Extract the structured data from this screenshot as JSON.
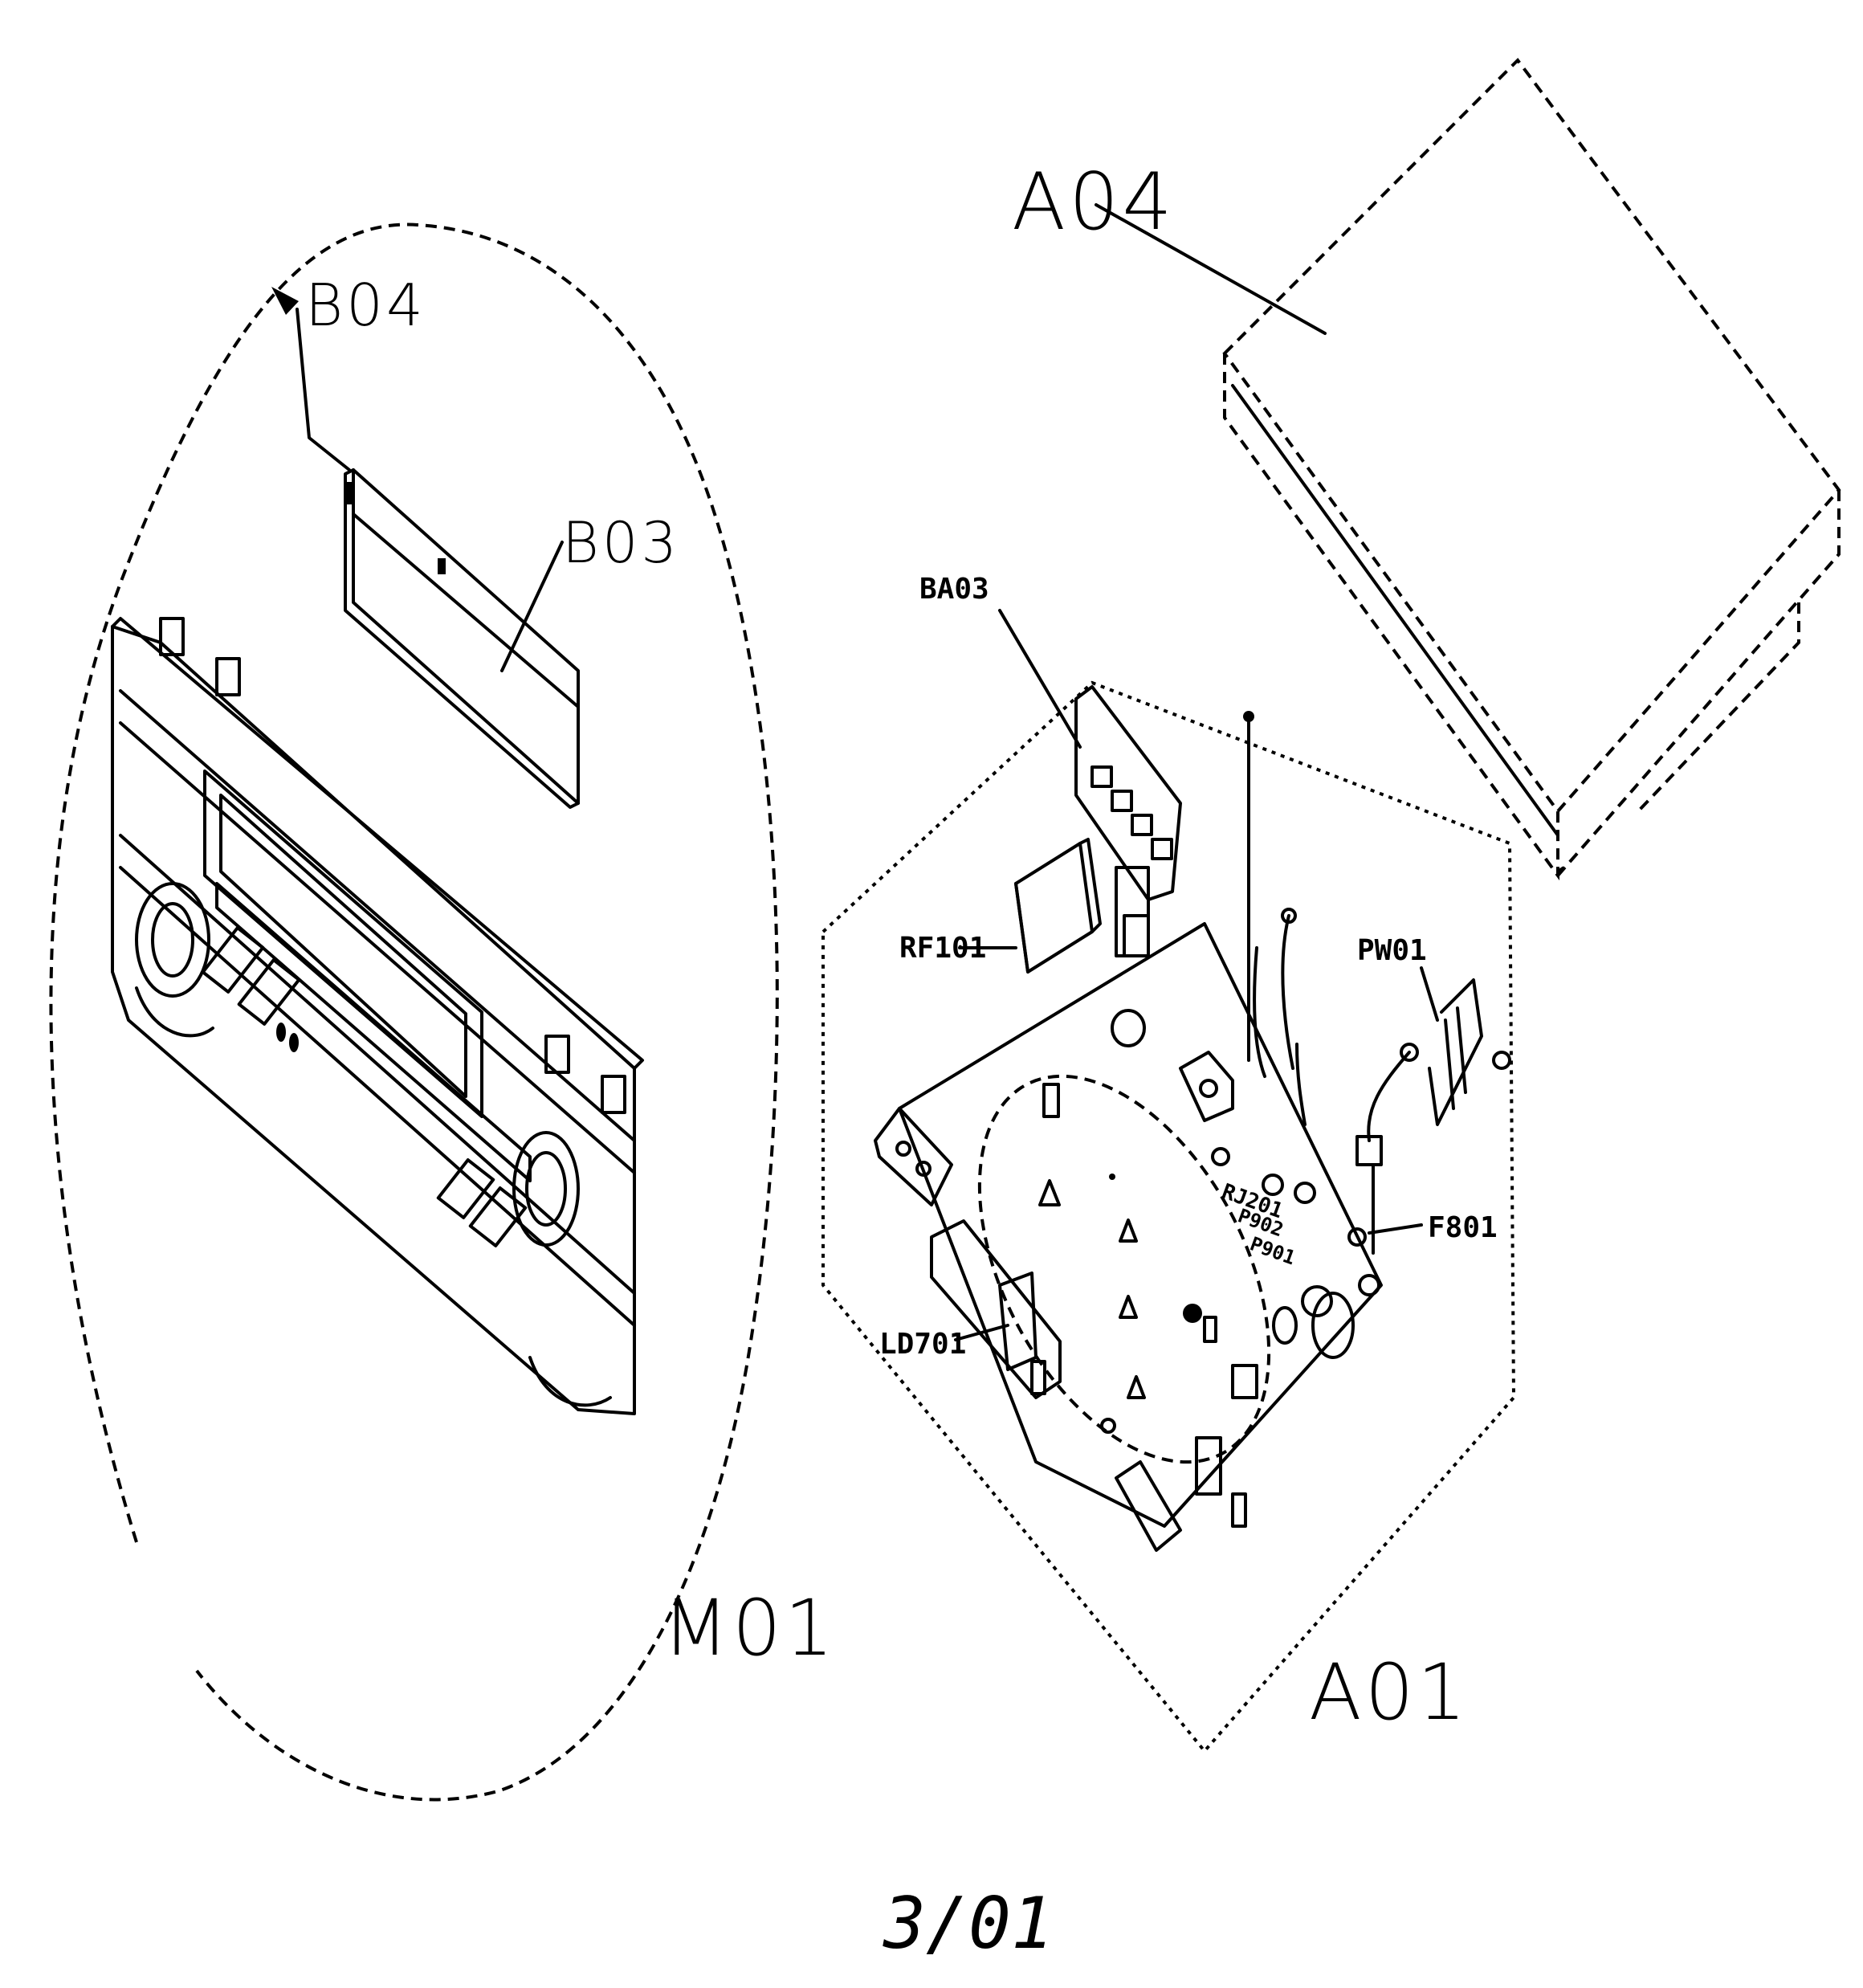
{
  "labels": {
    "a04": "A04",
    "b04": "B04",
    "b03": "B03",
    "ba03": "BA03",
    "rf101": "RF101",
    "pw01": "PW01",
    "f801": "F801",
    "ld701": "LD701",
    "rj201": "RJ201",
    "p902": "P902",
    "p901": "P901",
    "m01": "M01",
    "a01": "A01"
  },
  "page_number": "3/01"
}
